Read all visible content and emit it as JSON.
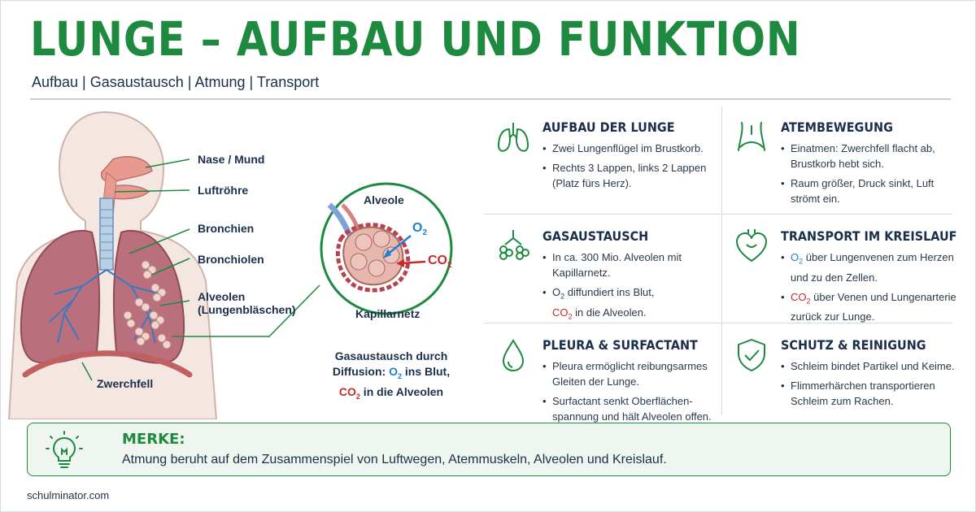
{
  "header": {
    "title": "LUNGE – AUFBAU UND FUNKTION",
    "subtitle": "Aufbau | Gasaustausch | Atmung | Transport"
  },
  "anatomy": {
    "labels": {
      "nose": "Nase / Mund",
      "trachea": "Luftröhre",
      "bronchi": "Bronchien",
      "bronchioles": "Bronchiolen",
      "alveoli_1": "Alveolen",
      "alveoli_2": "(Lungenbläschen)",
      "diaphragm": "Zwerchfell"
    },
    "inset": {
      "alveole": "Alveole",
      "o2": "O",
      "co2": "CO",
      "sub": "2",
      "capillary": "Kapillarnetz"
    },
    "caption": {
      "line1": "Gasaustausch durch",
      "diffusion": "Diffusion: ",
      "o2": "O",
      "sub": "2",
      "into_blood": " ins Blut,",
      "co2": "CO",
      "into_alveoli": " in die Alveolen"
    }
  },
  "panels": {
    "aufbau": {
      "title": "AUFBAU DER LUNGE",
      "b1": "Zwei Lungenflügel im Brustkorb.",
      "b2": "Rechts 3 Lappen, links 2 Lappen (Platz fürs Herz)."
    },
    "atem": {
      "title": "ATEMBEWEGUNG",
      "b1": "Einatmen: Zwerchfell flacht ab, Brustkorb hebt sich.",
      "b2": "Raum größer, Druck sinkt, Luft strömt ein."
    },
    "gas": {
      "title": "GASAUSTAUSCH",
      "b1": "In ca. 300 Mio. Alveolen mit Kapillarnetz.",
      "b2a": "O",
      "sub": "2",
      "b2b": " diffundiert ins Blut,",
      "b2c": "CO",
      "b2d": " in die Alveolen."
    },
    "transport": {
      "title": "TRANSPORT IM KREISLAUF",
      "b1a": "O",
      "sub": "2",
      "b1b": " über Lungenvenen zum Herzen und zu den Zellen.",
      "b2a": "CO",
      "b2b": " über Venen und Lungenarterie zurück zur Lunge."
    },
    "pleura": {
      "title": "PLEURA & SURFACTANT",
      "b1": "Pleura ermöglicht reibungsarmes Gleiten der Lunge.",
      "b2": "Surfactant senkt Oberflächen-spannung und hält Alveolen offen."
    },
    "schutz": {
      "title": "SCHUTZ & REINIGUNG",
      "b1": "Schleim bindet Partikel und Keime.",
      "b2": "Flimmerhärchen transportieren Schleim zum Rachen."
    }
  },
  "merke": {
    "title": "MERKE:",
    "text": "Atmung beruht auf dem Zusammenspiel von Luftwegen, Atemmuskeln, Alveolen und Kreislauf."
  },
  "footer": {
    "site": "schulminator.com"
  },
  "colors": {
    "accent_green": "#1d8a3f",
    "navy": "#1b2f4b",
    "o2_blue": "#1f7fd0",
    "co2_red": "#c92a2a",
    "lung": "#b9707c",
    "skin": "#f1e1da"
  },
  "icons": [
    "lungs-icon",
    "torso-diaphragm-icon",
    "alveoli-cluster-icon",
    "heart-icon",
    "droplet-icon",
    "shield-check-icon",
    "lightbulb-icon"
  ]
}
